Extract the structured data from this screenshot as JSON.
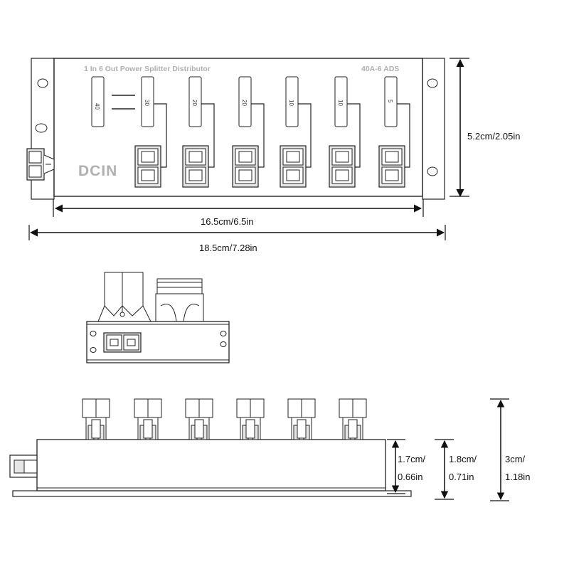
{
  "top_view": {
    "title": "1 In 6 Out Power Splitter Distributor",
    "rating": "40A-6 ADS",
    "input_label": "DCIN",
    "input_fuse": "40",
    "output_fuses": [
      "30",
      "20",
      "20",
      "10",
      "10",
      "5"
    ]
  },
  "dimensions": {
    "height": "5.2cm/2.05in",
    "inner_width": "16.5cm/6.5in",
    "total_width": "18.5cm/7.28in",
    "body_height_1": "1.7cm/",
    "body_height_1b": "0.66in",
    "body_height_2": "1.8cm/",
    "body_height_2b": "0.71in",
    "total_height_1": "3cm/",
    "total_height_1b": "1.18in"
  },
  "colors": {
    "line": "#222222",
    "panel": "#ffffff",
    "connector_fill": "#e6e6e6",
    "print_grey": "#b0b0b0"
  }
}
